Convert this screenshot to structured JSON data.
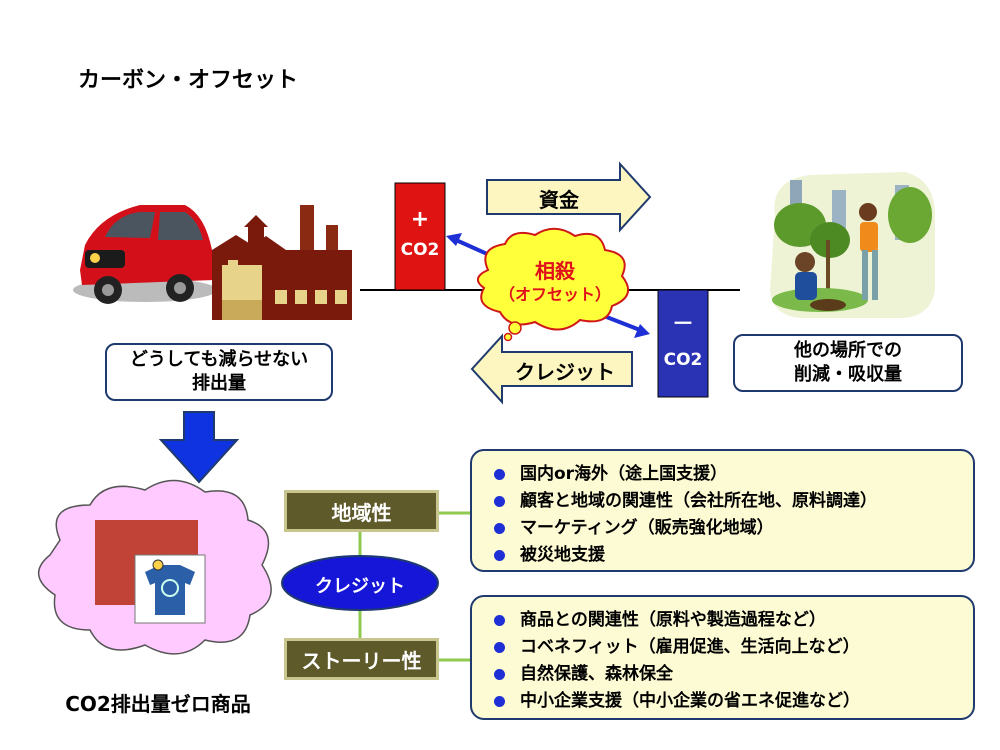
{
  "title": "カーボン・オフセット",
  "plus_bar": {
    "sign": "+",
    "label": "CO2",
    "color": "#e01313"
  },
  "minus_bar": {
    "sign": "－",
    "label": "CO2",
    "color": "#2b33b5"
  },
  "arrow_funds": "資金",
  "arrow_credit": "クレジット",
  "offset_bubble": {
    "line1": "相殺",
    "line2": "（オフセット）"
  },
  "emissions_box": {
    "line1": "どうしても減らせない",
    "line2": "排出量"
  },
  "reduction_box": {
    "line1": "他の場所での",
    "line2": "削減・吸収量"
  },
  "zero_product_label": "CO2排出量ゼロ商品",
  "credit_center": "クレジット",
  "regional_label": "地域性",
  "story_label": "ストーリー性",
  "regional_items": [
    "国内or海外（途上国支援）",
    "顧客と地域の関連性（会社所在地、原料調達）",
    "マーケティング（販売強化地域）",
    "被災地支援"
  ],
  "story_items": [
    "商品との関連性（原料や製造過程など）",
    "コベネフィット（雇用促進、生活向上など）",
    "自然保護、森林保全",
    "中小企業支援（中小企業の省エネ促進など）"
  ]
}
